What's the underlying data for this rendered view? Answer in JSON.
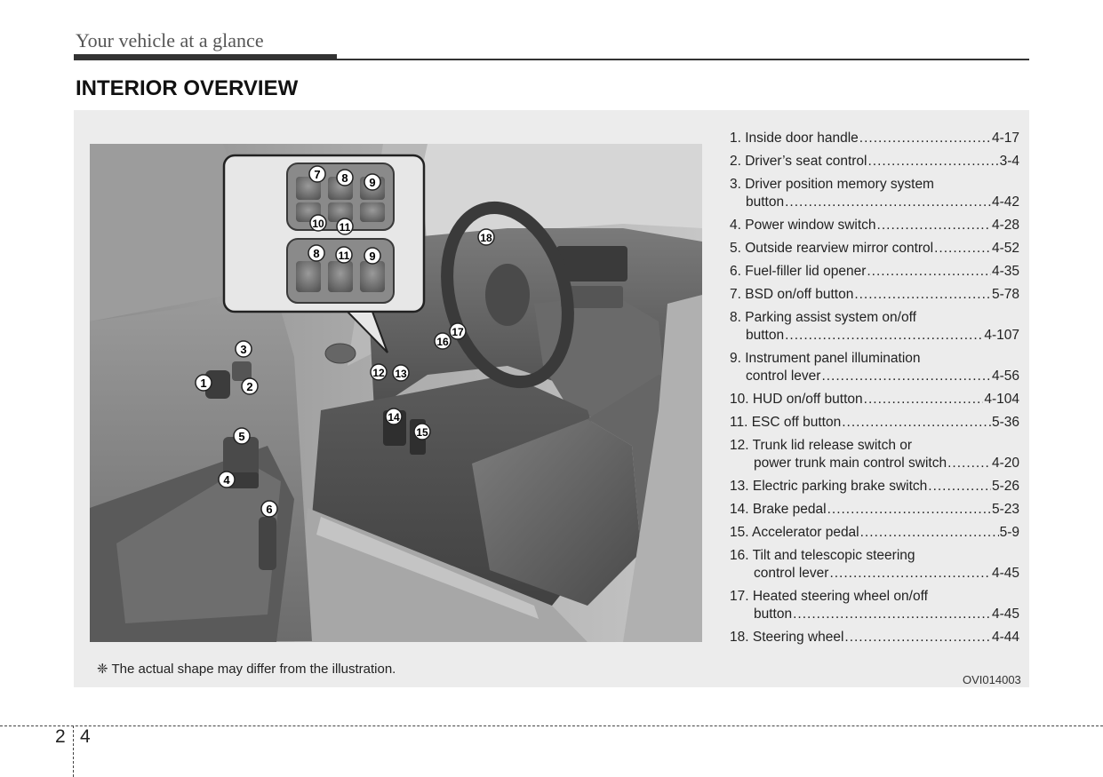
{
  "header": {
    "section_title": "Your vehicle at a glance",
    "page_heading": "INTERIOR OVERVIEW"
  },
  "legend": [
    {
      "lines": [
        "1. Inside door handle"
      ],
      "page": "4-17"
    },
    {
      "lines": [
        "2. Driver’s seat control"
      ],
      "page": "3-4"
    },
    {
      "lines": [
        "3. Driver position memory system",
        "button"
      ],
      "page": "4-42"
    },
    {
      "lines": [
        "4. Power window switch"
      ],
      "page": "4-28"
    },
    {
      "lines": [
        "5. Outside rearview mirror control"
      ],
      "page": "4-52"
    },
    {
      "lines": [
        "6. Fuel-filler lid opener"
      ],
      "page": "4-35"
    },
    {
      "lines": [
        "7. BSD on/off button"
      ],
      "page": "5-78"
    },
    {
      "lines": [
        "8. Parking assist system on/off",
        "button"
      ],
      "page": "4-107"
    },
    {
      "lines": [
        "9. Instrument panel illumination",
        "control lever"
      ],
      "page": "4-56"
    },
    {
      "lines": [
        "10. HUD on/off button"
      ],
      "page": "4-104"
    },
    {
      "lines": [
        "11. ESC off button"
      ],
      "page": "5-36"
    },
    {
      "lines": [
        "12. Trunk lid release switch or",
        "power trunk main control switch"
      ],
      "page": "4-20"
    },
    {
      "lines": [
        "13. Electric parking brake switch"
      ],
      "page": "5-26"
    },
    {
      "lines": [
        "14. Brake pedal"
      ],
      "page": "5-23"
    },
    {
      "lines": [
        "15. Accelerator pedal"
      ],
      "page": "5-9"
    },
    {
      "lines": [
        "16. Tilt and telescopic steering",
        "control lever"
      ],
      "page": "4-45"
    },
    {
      "lines": [
        "17. Heated steering wheel on/off",
        "button"
      ],
      "page": "4-45"
    },
    {
      "lines": [
        "18. Steering wheel"
      ],
      "page": "4-44"
    }
  ],
  "callouts": [
    "1",
    "2",
    "3",
    "4",
    "5",
    "6",
    "7",
    "8",
    "9",
    "10",
    "11",
    "8",
    "11",
    "9",
    "12",
    "13",
    "14",
    "15",
    "16",
    "17",
    "18"
  ],
  "footnote": "❈ The actual shape may differ from the illustration.",
  "figure_code": "OVI014003",
  "footer": {
    "chapter": "2",
    "page": "4"
  }
}
